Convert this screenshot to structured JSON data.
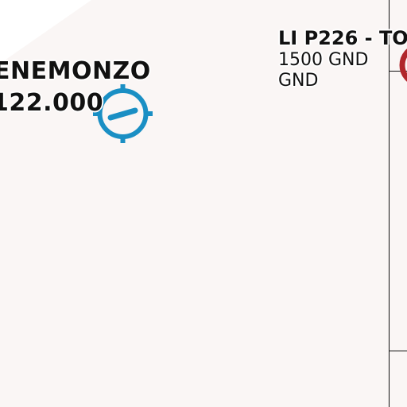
{
  "colors": {
    "background": "#faf6f5",
    "corner_area": "#ffffff",
    "aerodrome_symbol": "#1a8fc4",
    "restricted_area": "#b1262b",
    "boundary_line": "#111111"
  },
  "aerodrome": {
    "name": "ENEMONZO",
    "frequency": "122.000",
    "icon": "aerodrome-icon"
  },
  "restricted_area": {
    "title": "LI P226 - TO",
    "upper_limit": "1500 GND",
    "lower_limit": "GND",
    "icon": "restricted-area-marker-icon"
  }
}
